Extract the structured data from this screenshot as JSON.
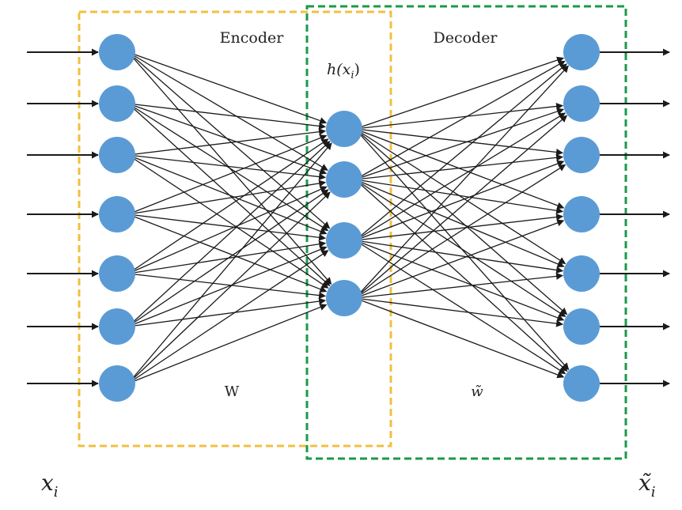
{
  "labels": {
    "encoder": "Encoder",
    "decoder": "Decoder",
    "hidden": "h(x",
    "hidden_sub": "i",
    "hidden_close": ")",
    "weight_enc": "W",
    "weight_dec": "w̃",
    "input": "x",
    "input_sub": "i",
    "output": "x̃",
    "output_sub": "i"
  },
  "network": {
    "input_nodes": 7,
    "hidden_nodes": 4,
    "output_nodes": 7
  },
  "colors": {
    "node": "#5b9bd5",
    "edge": "#1a1a1a",
    "encoder_box": "#f0c040",
    "decoder_box": "#1a9a4a"
  }
}
